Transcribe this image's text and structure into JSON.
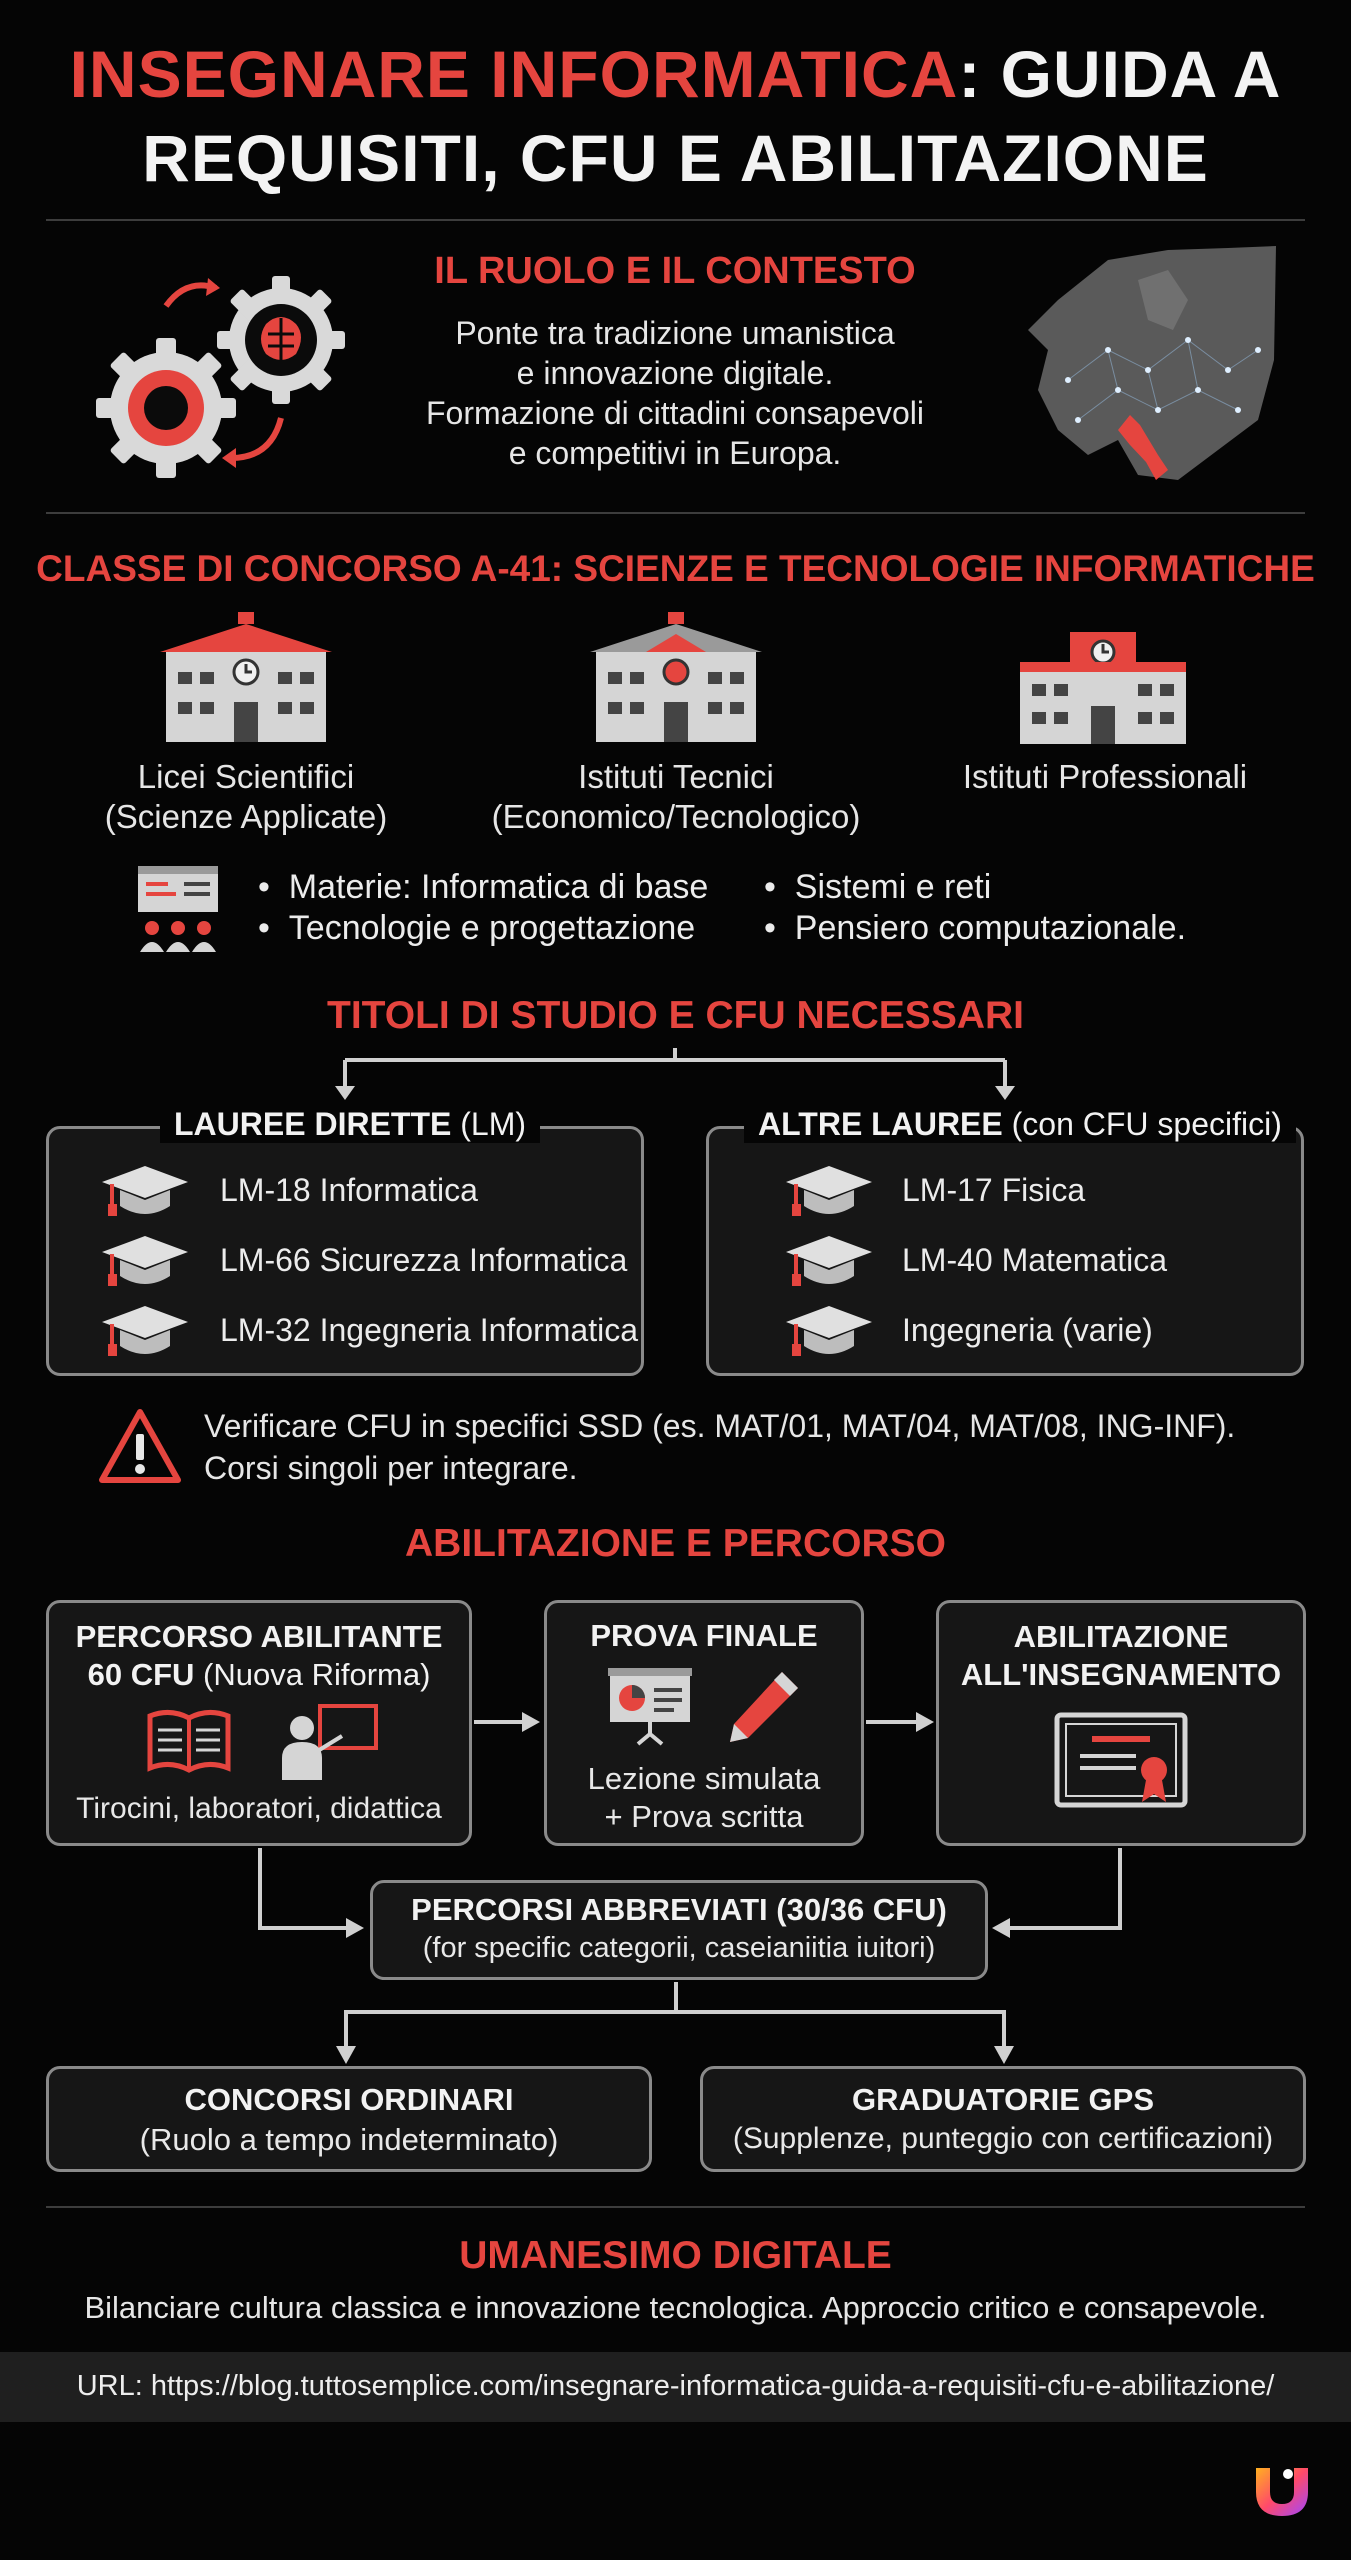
{
  "header": {
    "title_red": "INSEGNARE INFORMATICA",
    "title_white_1": ": GUIDA A",
    "title_line2": "REQUISITI, CFU E ABILITAZIONE"
  },
  "ruolo": {
    "heading": "IL RUOLO E IL CONTESTO",
    "lines": [
      "Ponte tra tradizione umanistica",
      "e innovazione digitale.",
      "Formazione di cittadini consapevoli",
      "e competitivi in Europa."
    ]
  },
  "classe": {
    "heading": "CLASSE DI CONCORSO A-41: SCIENZE E TECNOLOGIE INFORMATICHE",
    "schools": [
      {
        "line1": "Licei Scientifici",
        "line2": "(Scienze Applicate)"
      },
      {
        "line1": "Istituti Tecnici",
        "line2": "(Economico/Tecnologico)"
      },
      {
        "line1": "Istituti Professionali",
        "line2": ""
      }
    ],
    "materie": [
      "Materie: Informatica di base",
      "Tecnologie e progettazione",
      "Sistemi e reti",
      "Pensiero computazionale."
    ]
  },
  "titoli": {
    "heading": "TITOLI DI STUDIO E CFU NECESSARI",
    "dirette": {
      "title_bold": "LAUREE DIRETTE",
      "title_rest": " (LM)",
      "items": [
        "LM-18 Informatica",
        "LM-66 Sicurezza Informatica",
        "LM-32 Ingegneria Informatica"
      ]
    },
    "altre": {
      "title_bold": "ALTRE LAUREE",
      "title_rest": " (con CFU specifici)",
      "items": [
        "LM-17 Fisica",
        "LM-40 Matematica",
        "Ingegneria (varie)"
      ]
    },
    "warning_1": "Verificare CFU in specifici SSD (es. MAT/01, MAT/04, MAT/08, ING-INF).",
    "warning_2": "Corsi singoli per integrare."
  },
  "abilitazione": {
    "heading": "ABILITAZIONE E PERCORSO",
    "percorso": {
      "title_1": "PERCORSO ABILITANTE",
      "title_2_bold": "60 CFU",
      "title_2_rest": " (Nuova Riforma)",
      "caption": "Tirocini, laboratori, didattica"
    },
    "prova": {
      "title": "PROVA FINALE",
      "line1": "Lezione simulata",
      "line2": "+ Prova scritta"
    },
    "abil": {
      "title_1": "ABILITAZIONE",
      "title_2": "ALL'INSEGNAMENTO"
    },
    "abbreviati": {
      "title": "PERCORSI ABBREVIATI (30/36 CFU)",
      "sub": "(for specific categorii, caseianiitia iuitori)"
    },
    "concorsi": {
      "title": "CONCORSI ORDINARI",
      "sub": "(Ruolo a tempo indeterminato)"
    },
    "gps": {
      "title": "GRADUATORIE GPS",
      "sub": "(Supplenze, punteggio con certificazioni)"
    }
  },
  "umanesimo": {
    "heading": "UMANESIMO DIGITALE",
    "text": "Bilanciare cultura classica e innovazione tecnologica. Approccio critico e consapevole."
  },
  "footer": {
    "url": "URL: https://blog.tuttosemplice.com/insegnare-informatica-guida-a-requisiti-cfu-e-abilitazione/"
  },
  "colors": {
    "accent": "#e5453f",
    "background": "#050505",
    "box_border": "#8a8a8a"
  },
  "icons": [
    "gears-brain-icon",
    "europe-map-icon",
    "school-building-icon",
    "presentation-icon",
    "graduation-cap-icon",
    "warning-icon",
    "open-book-icon",
    "teacher-icon",
    "slideshow-icon",
    "pen-icon",
    "certificate-icon",
    "brand-logo-icon"
  ]
}
